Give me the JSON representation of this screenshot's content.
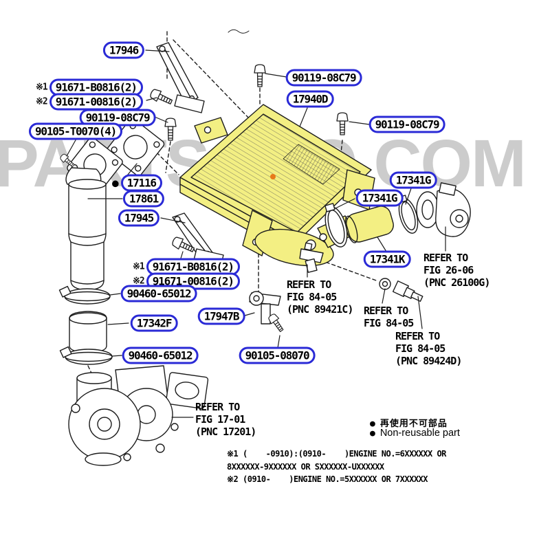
{
  "watermark": "PARTSOUQ.COM",
  "colors": {
    "highlight": "#f3ef83",
    "label_border": "#2a2ad6",
    "watermark": "#c4c4c4",
    "orange_dot": "#e87a1a"
  },
  "part_labels": [
    {
      "id": "17946",
      "text": "17946"
    },
    {
      "id": "91671-b0816-top",
      "text": "91671-B0816(2)",
      "prefix": "※1"
    },
    {
      "id": "91671-00816-top",
      "text": "91671-00816(2)",
      "prefix": "※2"
    },
    {
      "id": "90119-left",
      "text": "90119-08C79"
    },
    {
      "id": "90105-t0070",
      "text": "90105-T0070(4)"
    },
    {
      "id": "17116",
      "text": "17116",
      "bullet": "●"
    },
    {
      "id": "17861",
      "text": "17861"
    },
    {
      "id": "17945",
      "text": "17945"
    },
    {
      "id": "91671-b0816-bot",
      "text": "91671-B0816(2)",
      "prefix": "※1"
    },
    {
      "id": "91671-00816-bot",
      "text": "91671-00816(2)",
      "prefix": "※2"
    },
    {
      "id": "90460-top",
      "text": "90460-65012"
    },
    {
      "id": "17342f",
      "text": "17342F"
    },
    {
      "id": "90460-bot",
      "text": "90460-65012"
    },
    {
      "id": "17947b",
      "text": "17947B"
    },
    {
      "id": "90105-08070",
      "text": "90105-08070"
    },
    {
      "id": "90119-top",
      "text": "90119-08C79"
    },
    {
      "id": "17940d",
      "text": "17940D"
    },
    {
      "id": "90119-right",
      "text": "90119-08C79"
    },
    {
      "id": "17341g-upper",
      "text": "17341G"
    },
    {
      "id": "17341g-lower",
      "text": "17341G"
    },
    {
      "id": "17341k",
      "text": "17341K"
    }
  ],
  "refer_notes": [
    {
      "id": "fig-26-06",
      "lines": [
        "REFER TO",
        "FIG 26-06",
        "(PNC 26100G)"
      ]
    },
    {
      "id": "fig-84-05-a",
      "lines": [
        "REFER TO",
        "FIG 84-05",
        "(PNC 89421C)"
      ]
    },
    {
      "id": "fig-84-05-b",
      "lines": [
        "REFER TO",
        "FIG 84-05"
      ]
    },
    {
      "id": "fig-84-05-c",
      "lines": [
        "REFER TO",
        "FIG 84-05",
        "(PNC 89424D)"
      ]
    },
    {
      "id": "fig-17-01",
      "lines": [
        "REFER TO",
        "FIG 17-01",
        "(PNC 17201)"
      ]
    }
  ],
  "legend": {
    "bullet": "●",
    "jp": "再使用不可部品",
    "en": "Non-reusable part"
  },
  "footnotes": [
    "※1 (    -0910):(0910-    )ENGINE NO.=6XXXXXX OR",
    "8XXXXXX-9XXXXXX OR SXXXXXX-UXXXXXX",
    "※2 (0910-    )ENGINE NO.=5XXXXXX OR 7XXXXXX"
  ]
}
